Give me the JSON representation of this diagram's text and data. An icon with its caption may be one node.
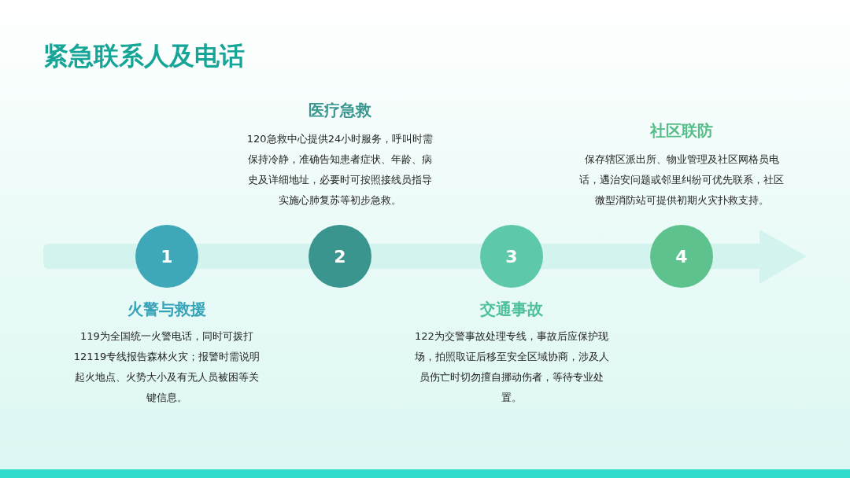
{
  "diagram": {
    "title": "紧急联系人及电话",
    "nodes": [
      {
        "text": [
          "1"
        ],
        "beside": [
          "火警与救援",
          "119为全国统一火警电话，同时可拨打12119专线报告森林火灾；报警时需说明起火地点、火势大小及有无人员被困等关键信息。"
        ]
      },
      {
        "text": [
          "2"
        ],
        "beside": [
          "医疗急救",
          "120急救中心提供24小时服务，呼叫时需保持冷静，准确告知患者症状、年龄、病史及详细地址，必要时可按照接线员指导实施心肺复苏等初步急救。"
        ]
      },
      {
        "text": [
          "3"
        ],
        "beside": [
          "交通事故",
          "122为交警事故处理专线，事故后应保护现场，拍照取证后移至安全区域协商，涉及人员伤亡时切勿擅自挪动伤者，等待专业处置。"
        ]
      },
      {
        "text": [
          "4"
        ],
        "beside": [
          "社区联防",
          "保存辖区派出所、物业管理及社区网格员电话，遇治安问题或邻里纠纷可优先联系，社区微型消防站可提供初期火灾扑救支持。"
        ]
      }
    ],
    "edges": []
  }
}
